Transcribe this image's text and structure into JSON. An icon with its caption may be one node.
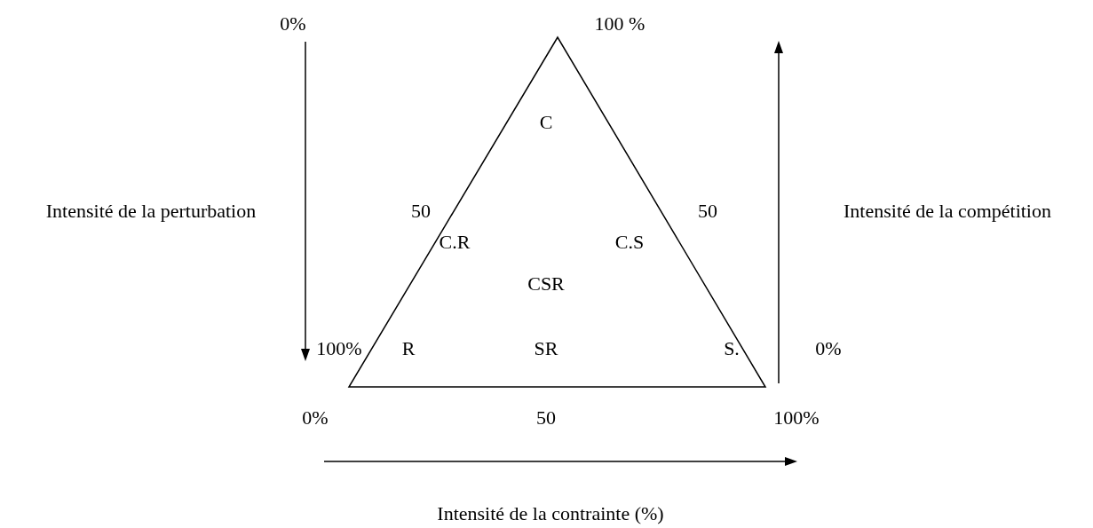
{
  "diagram": {
    "labels": [
      "0%",
      "100 %",
      "C",
      "Intensité de la perturbation",
      "50",
      "50",
      "Intensité de la compétition",
      "C.R",
      "C.S",
      "CSR",
      "100%",
      "R",
      "SR",
      "S.",
      "0%",
      "0%",
      "50",
      "100%",
      "Intensité de la contrainte (%)"
    ]
  }
}
